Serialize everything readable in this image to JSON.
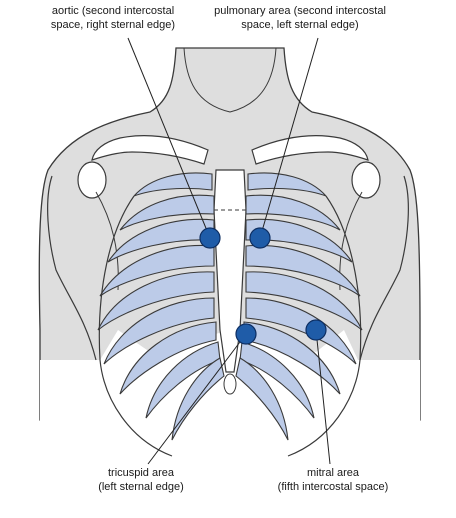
{
  "labels": {
    "aortic": {
      "line1": "aortic (second intercostal",
      "line2": "space, right sternal edge)"
    },
    "pulmonary": {
      "line1": "pulmonary area (second intercostal",
      "line2": "space, left sternal edge)"
    },
    "tricuspid": {
      "line1": "tricuspid area",
      "line2": "(left sternal edge)"
    },
    "mitral": {
      "line1": "mitral area",
      "line2": "(fifth intercostal space)"
    }
  },
  "colors": {
    "background": "#ffffff",
    "torso_fill": "#dedede",
    "rib_fill": "#bccbe8",
    "outline": "#3a3a3a",
    "marker_fill": "#1f5ca8",
    "marker_stroke": "#0e2f63"
  }
}
